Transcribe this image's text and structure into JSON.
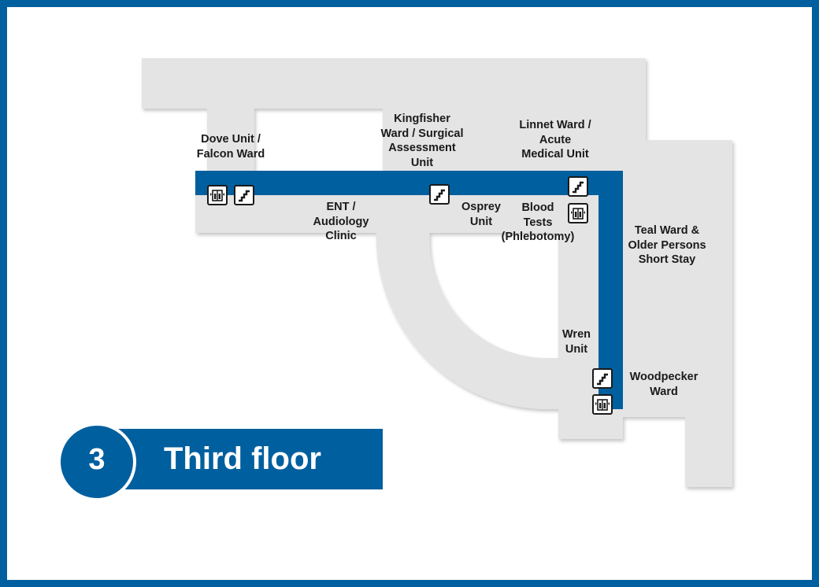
{
  "floor": {
    "number": "3",
    "title": "Third floor"
  },
  "colors": {
    "corridor": "#005f9e",
    "building": "#e4e4e4",
    "frame": "#005f9e",
    "text": "#1a1a1a"
  },
  "labels": {
    "dove_falcon": "Dove Unit /\nFalcon Ward",
    "kingfisher": "Kingfisher\nWard / Surgical\nAssessment\nUnit",
    "linnet": "Linnet Ward /\nAcute\nMedical Unit",
    "ent": "ENT /\nAudiology\nClinic",
    "osprey": "Osprey\nUnit",
    "blood": "Blood\nTests\n(Phlebotomy)",
    "teal": "Teal Ward &\nOlder Persons\nShort Stay",
    "wren": "Wren\nUnit",
    "woodpecker": "Woodpecker\nWard"
  },
  "icons": {
    "lift": "lift-icon",
    "stairs": "stairs-icon"
  }
}
